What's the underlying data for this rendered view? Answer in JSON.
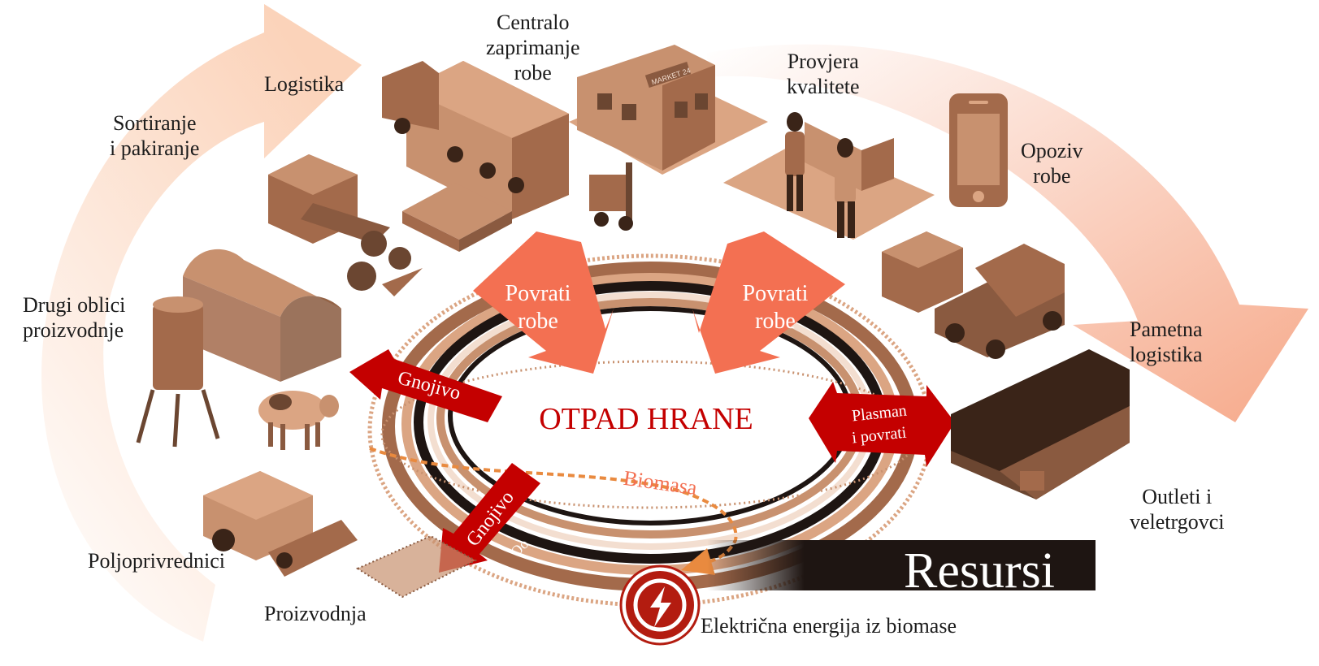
{
  "palette": {
    "brown_dark": "#6b4631",
    "brown_mid": "#a36a4b",
    "brown_light": "#c8916f",
    "tan": "#dba583",
    "salmon": "#f37052",
    "salmon_light": "#f6a07f",
    "red": "#c40000",
    "black": "#1e1512",
    "peach": "#fbd6bf"
  },
  "stages": {
    "logistika": "Logistika",
    "centralo": [
      "Centralo",
      "zaprimanje",
      "robe"
    ],
    "provjera": [
      "Provjera",
      "kvalitete"
    ],
    "opoziv": [
      "Opoziv",
      "robe"
    ],
    "pametna": [
      "Pametna",
      "logistika"
    ],
    "outleti": [
      "Outleti i",
      "veletrgovci"
    ],
    "sortiranje": [
      "Sortiranje",
      "i pakiranje"
    ],
    "drugi": [
      "Drugi oblici",
      "proizvodnje"
    ],
    "poljoprivrednici": "Poljoprivrednici",
    "proizvodnja": "Proizvodnja",
    "elektricna": "Električna energija iz biomase"
  },
  "center": {
    "title": "OTPAD HRANE",
    "biomasa": "Biomasa",
    "resursi": "Resursi"
  },
  "arrows": {
    "povrati_left": [
      "Povrati",
      "robe"
    ],
    "povrati_right": [
      "Povrati",
      "robe"
    ],
    "gnojivo_top": "Gnojivo",
    "gnojivo_bottom": "Gnojivo",
    "plasman": [
      "Plasman",
      "i povrati"
    ]
  },
  "small_mark": "Oo",
  "market_sign": "MARKET 24",
  "icons": [
    "truck-icon",
    "market-icon",
    "shoppers-icon",
    "smartphone-icon",
    "delivery-truck-icon",
    "warehouse-icon",
    "sorting-machine-icon",
    "greenhouse-icon",
    "silo-icon",
    "cow-icon",
    "harvester-icon",
    "crops-icon",
    "lightning-icon",
    "pallet-icon",
    "forklift-icon",
    "vegetables-icon"
  ]
}
